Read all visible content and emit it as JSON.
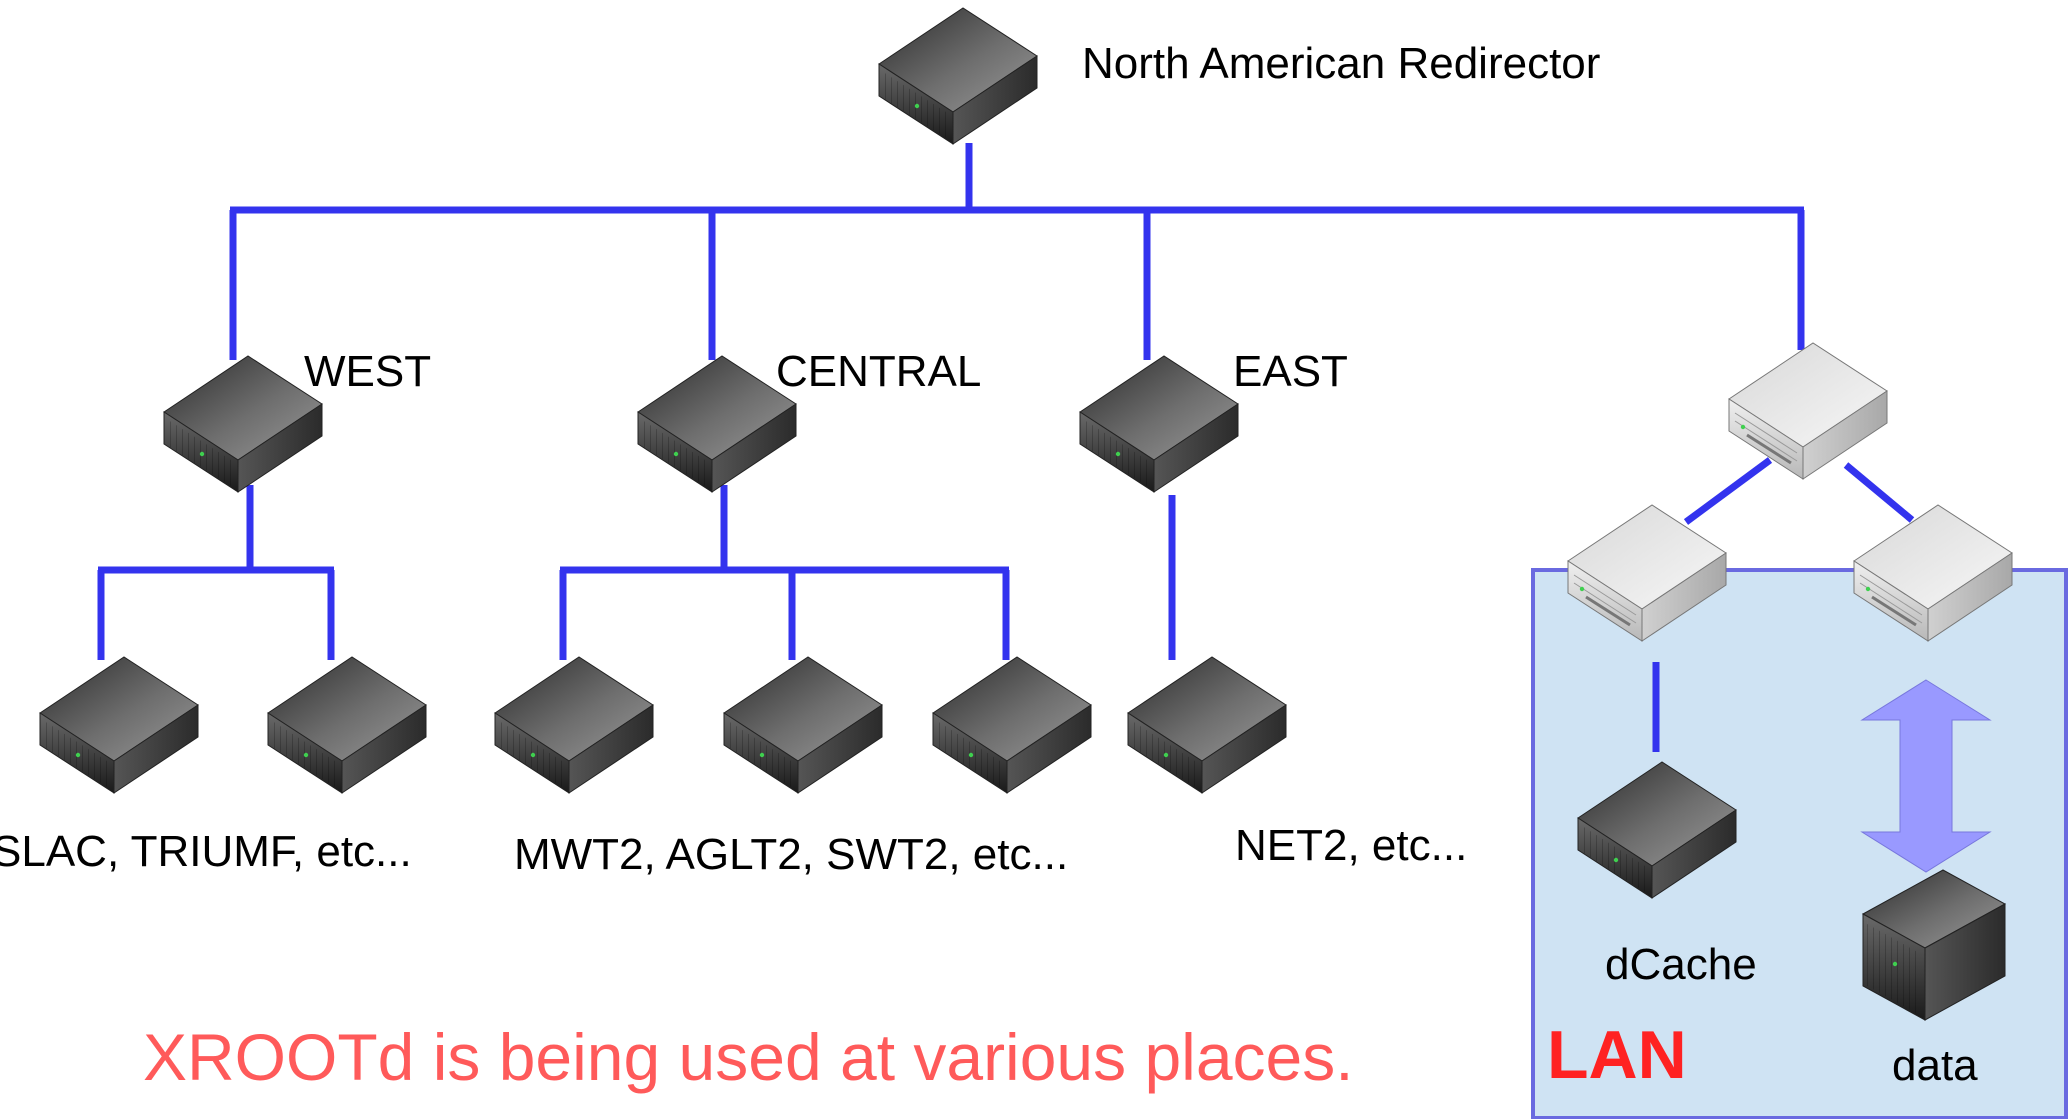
{
  "root": {
    "label": "North American Redirector"
  },
  "regions": {
    "west": {
      "label": "WEST",
      "sites_label": "SLAC, TRIUMF, etc..."
    },
    "central": {
      "label": "CENTRAL",
      "sites_label": "MWT2, AGLT2, SWT2, etc..."
    },
    "east": {
      "label": "EAST",
      "sites_label": "NET2, etc..."
    }
  },
  "lan": {
    "label": "LAN",
    "dcache_label": "dCache",
    "data_label": "data"
  },
  "caption": "XROOTd is being used at various places.",
  "colors": {
    "link": "#3333ee",
    "lan_fill": "#cfe3f3",
    "lan_border": "#6a6ae0",
    "arrow": "#9999ff",
    "caption": "#ff5a5a",
    "lan_label": "#ff2222"
  }
}
